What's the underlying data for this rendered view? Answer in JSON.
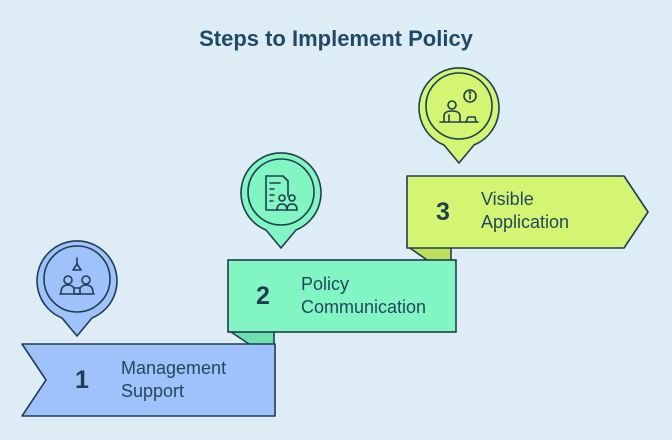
{
  "title": "Steps to Implement Policy",
  "steps": [
    {
      "number": "1",
      "label_line1": "Management",
      "label_line2": "Support",
      "color": "#9ec2f9",
      "shade": "#86aeea",
      "icon": "management-team-icon"
    },
    {
      "number": "2",
      "label_line1": "Policy",
      "label_line2": "Communication",
      "color": "#82f6c2",
      "shade": "#6ee0ae",
      "icon": "policy-document-people-icon"
    },
    {
      "number": "3",
      "label_line1": "Visible",
      "label_line2": "Application",
      "color": "#d4f571",
      "shade": "#bddf5c",
      "icon": "presenter-info-icon"
    }
  ],
  "colors": {
    "background": "#deedf5",
    "outline": "#1f3e52",
    "title": "#1f4a67"
  }
}
